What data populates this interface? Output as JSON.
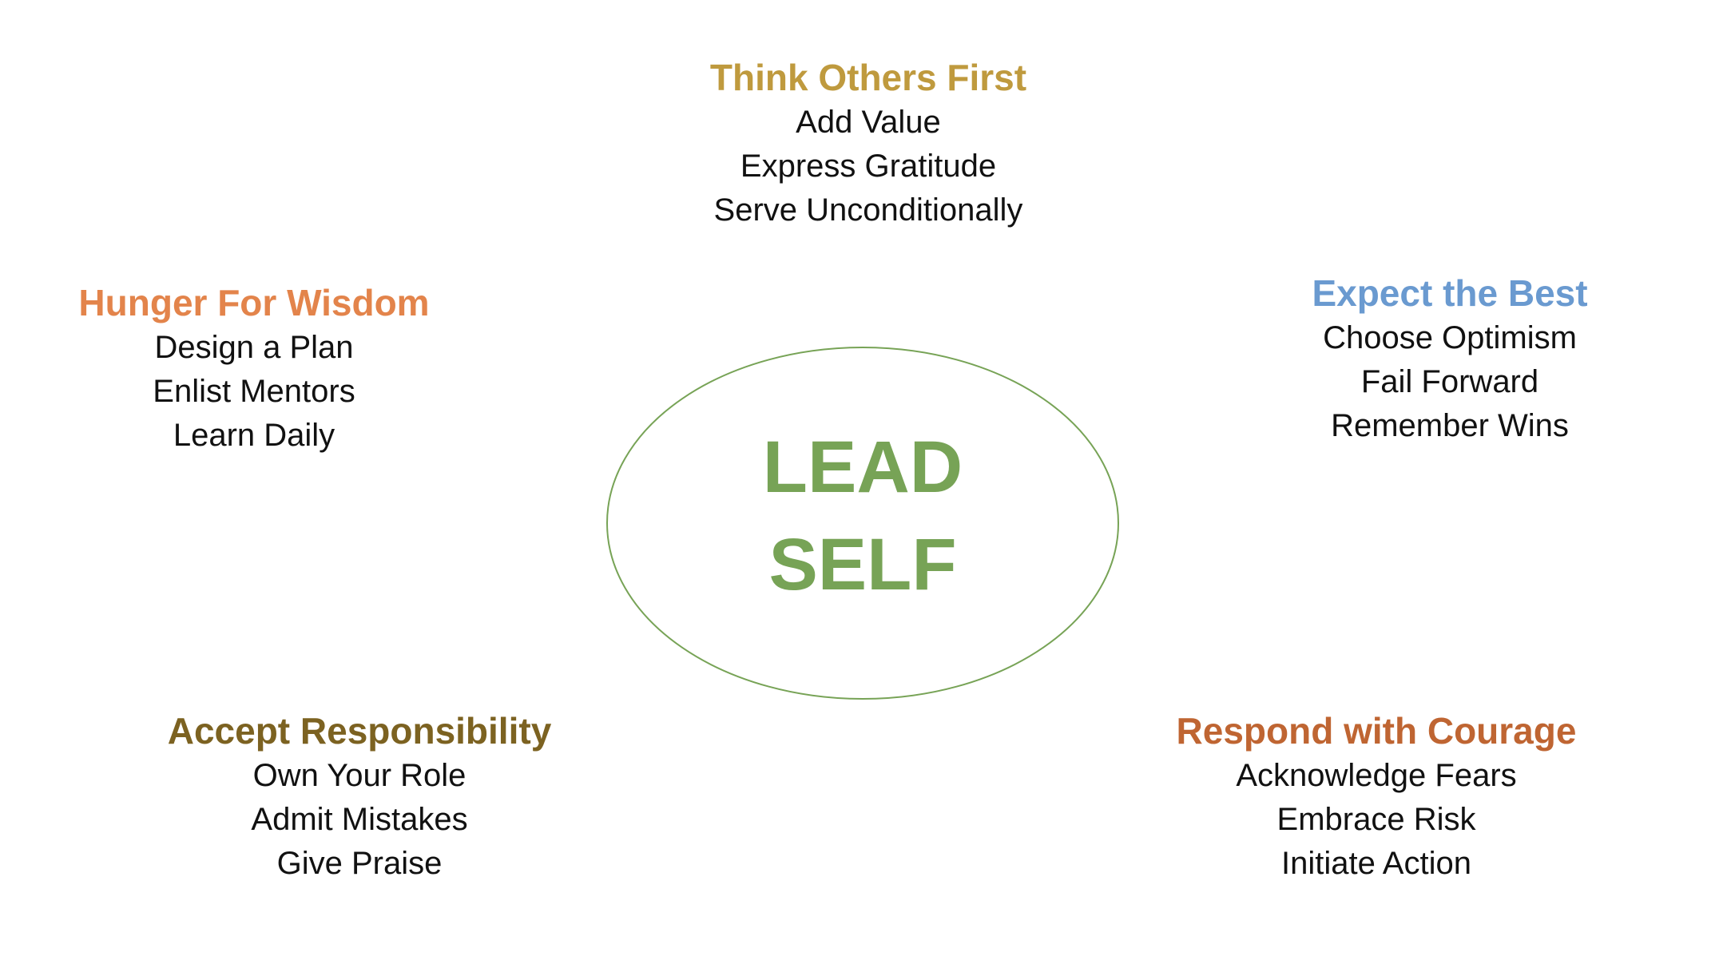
{
  "center": {
    "line1": "LEAD",
    "line2": "SELF",
    "color": "#77A356",
    "ellipse_stroke": "#77A356"
  },
  "groups": [
    {
      "heading": "Think Others First",
      "color": "#BF9A3E",
      "items": [
        "Add Value",
        "Express Gratitude",
        "Serve Unconditionally"
      ]
    },
    {
      "heading": "Hunger For Wisdom",
      "color": "#E3844B",
      "items": [
        "Design a Plan",
        "Enlist Mentors",
        "Learn Daily"
      ]
    },
    {
      "heading": "Expect the Best",
      "color": "#6A9AD0",
      "items": [
        "Choose Optimism",
        "Fail Forward",
        "Remember Wins"
      ]
    },
    {
      "heading": "Accept Responsibility",
      "color": "#7C6221",
      "items": [
        "Own Your Role",
        "Admit Mistakes",
        "Give Praise"
      ]
    },
    {
      "heading": "Respond with Courage",
      "color": "#BF6532",
      "items": [
        "Acknowledge Fears",
        "Embrace Risk",
        "Initiate Action"
      ]
    }
  ]
}
